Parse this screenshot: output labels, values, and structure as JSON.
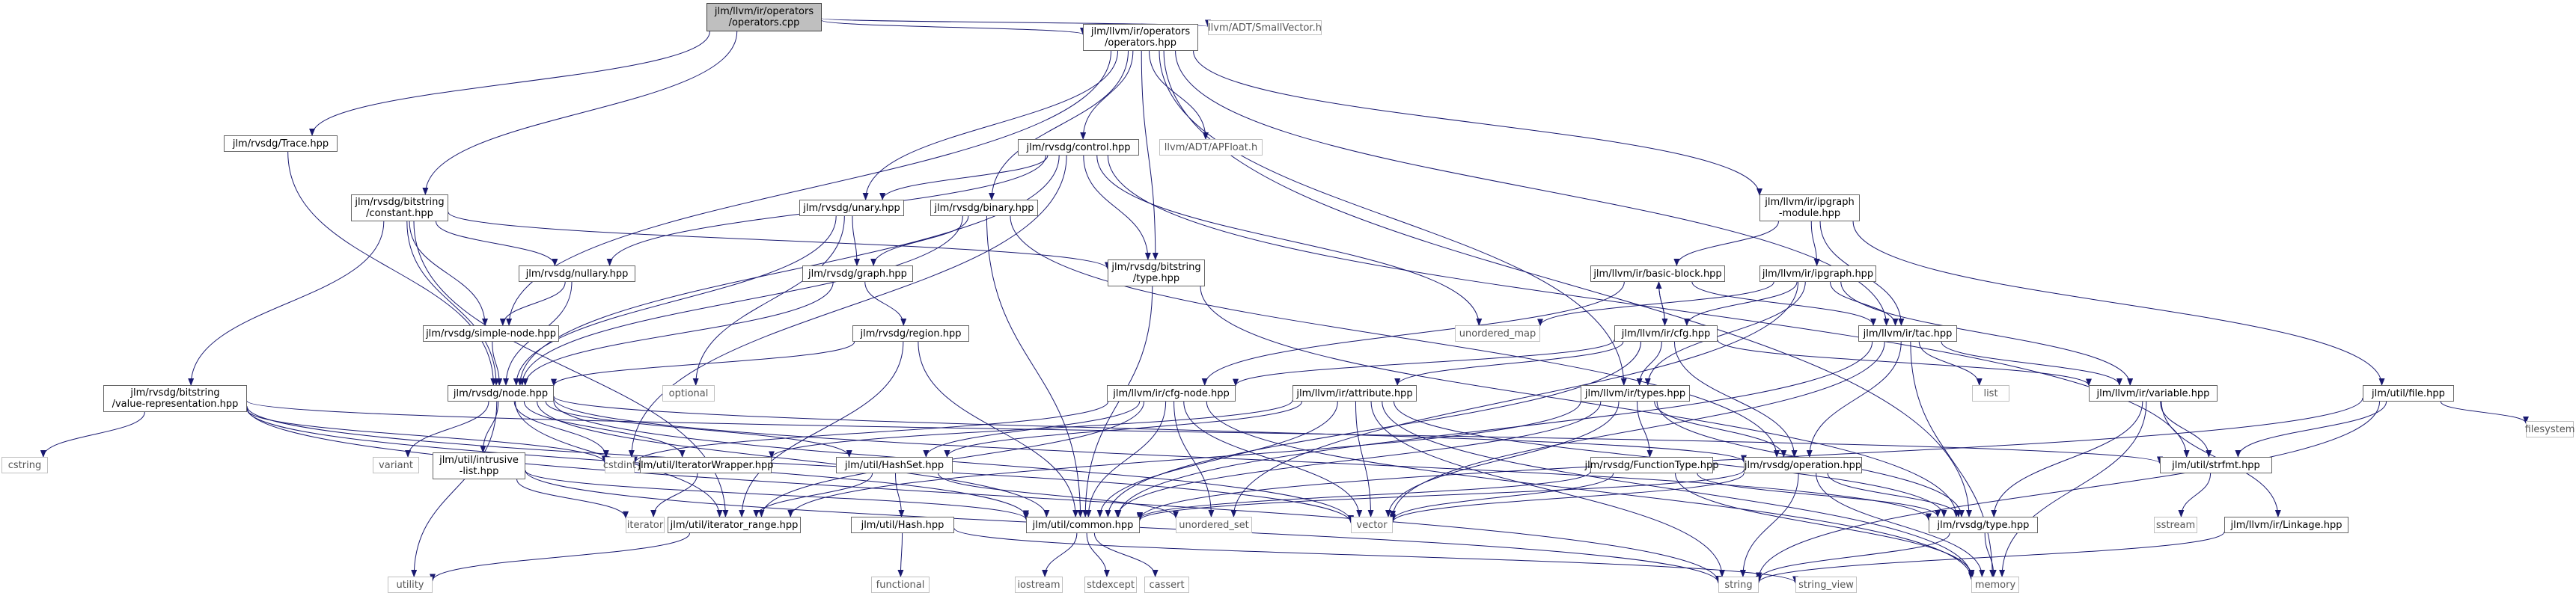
{
  "diagram": {
    "type": "include-dependency-graph",
    "root": "root",
    "edge_color": "#191970",
    "nodes": [
      {
        "id": "root",
        "lines": [
          "jlm/llvm/ir/operators",
          "/operators.cpp"
        ],
        "kind": "root"
      },
      {
        "id": "operators_hpp",
        "lines": [
          "jlm/llvm/ir/operators",
          "/operators.hpp"
        ],
        "kind": "file"
      },
      {
        "id": "smallvector",
        "lines": [
          "llvm/ADT/SmallVector.h"
        ],
        "kind": "external"
      },
      {
        "id": "trace",
        "lines": [
          "jlm/rvsdg/Trace.hpp"
        ],
        "kind": "file"
      },
      {
        "id": "bitconst",
        "lines": [
          "jlm/rvsdg/bitstring",
          "/constant.hpp"
        ],
        "kind": "file"
      },
      {
        "id": "control",
        "lines": [
          "jlm/rvsdg/control.hpp"
        ],
        "kind": "file"
      },
      {
        "id": "apfloat",
        "lines": [
          "llvm/ADT/APFloat.h"
        ],
        "kind": "external"
      },
      {
        "id": "ipgraph_module",
        "lines": [
          "jlm/llvm/ir/ipgraph",
          "-module.hpp"
        ],
        "kind": "file"
      },
      {
        "id": "unary",
        "lines": [
          "jlm/rvsdg/unary.hpp"
        ],
        "kind": "file"
      },
      {
        "id": "binary",
        "lines": [
          "jlm/rvsdg/binary.hpp"
        ],
        "kind": "file"
      },
      {
        "id": "nullary",
        "lines": [
          "jlm/rvsdg/nullary.hpp"
        ],
        "kind": "file"
      },
      {
        "id": "bittype",
        "lines": [
          "jlm/rvsdg/bitstring",
          "/type.hpp"
        ],
        "kind": "file"
      },
      {
        "id": "basic_block",
        "lines": [
          "jlm/llvm/ir/basic-block.hpp"
        ],
        "kind": "file"
      },
      {
        "id": "ipgraph",
        "lines": [
          "jlm/llvm/ir/ipgraph.hpp"
        ],
        "kind": "file"
      },
      {
        "id": "graph",
        "lines": [
          "jlm/rvsdg/graph.hpp"
        ],
        "kind": "file"
      },
      {
        "id": "simple_node",
        "lines": [
          "jlm/rvsdg/simple-node.hpp"
        ],
        "kind": "file"
      },
      {
        "id": "unordered_map",
        "lines": [
          "unordered_map"
        ],
        "kind": "external"
      },
      {
        "id": "cfg",
        "lines": [
          "jlm/llvm/ir/cfg.hpp"
        ],
        "kind": "file"
      },
      {
        "id": "tac",
        "lines": [
          "jlm/llvm/ir/tac.hpp"
        ],
        "kind": "file"
      },
      {
        "id": "file",
        "lines": [
          "jlm/util/file.hpp"
        ],
        "kind": "file"
      },
      {
        "id": "region",
        "lines": [
          "jlm/rvsdg/region.hpp"
        ],
        "kind": "file"
      },
      {
        "id": "bitvalrep",
        "lines": [
          "jlm/rvsdg/bitstring",
          "/value-representation.hpp"
        ],
        "kind": "file"
      },
      {
        "id": "node",
        "lines": [
          "jlm/rvsdg/node.hpp"
        ],
        "kind": "file"
      },
      {
        "id": "optional",
        "lines": [
          "optional"
        ],
        "kind": "external"
      },
      {
        "id": "cfg_node",
        "lines": [
          "jlm/llvm/ir/cfg-node.hpp"
        ],
        "kind": "file"
      },
      {
        "id": "attribute",
        "lines": [
          "jlm/llvm/ir/attribute.hpp"
        ],
        "kind": "file"
      },
      {
        "id": "types",
        "lines": [
          "jlm/llvm/ir/types.hpp"
        ],
        "kind": "file"
      },
      {
        "id": "list",
        "lines": [
          "list"
        ],
        "kind": "external"
      },
      {
        "id": "variable",
        "lines": [
          "jlm/llvm/ir/variable.hpp"
        ],
        "kind": "file"
      },
      {
        "id": "filesystem",
        "lines": [
          "filesystem"
        ],
        "kind": "external"
      },
      {
        "id": "cstring",
        "lines": [
          "cstring"
        ],
        "kind": "external"
      },
      {
        "id": "variant",
        "lines": [
          "variant"
        ],
        "kind": "external"
      },
      {
        "id": "intrusive_list",
        "lines": [
          "jlm/util/intrusive",
          "-list.hpp"
        ],
        "kind": "file"
      },
      {
        "id": "cstdint",
        "lines": [
          "cstdint"
        ],
        "kind": "external"
      },
      {
        "id": "iterator_wrapper",
        "lines": [
          "jlm/util/IteratorWrapper.hpp"
        ],
        "kind": "file"
      },
      {
        "id": "hashset",
        "lines": [
          "jlm/util/HashSet.hpp"
        ],
        "kind": "file"
      },
      {
        "id": "function_type",
        "lines": [
          "jlm/rvsdg/FunctionType.hpp"
        ],
        "kind": "file"
      },
      {
        "id": "operation",
        "lines": [
          "jlm/rvsdg/operation.hpp"
        ],
        "kind": "file"
      },
      {
        "id": "strfmt",
        "lines": [
          "jlm/util/strfmt.hpp"
        ],
        "kind": "file"
      },
      {
        "id": "iterator",
        "lines": [
          "iterator"
        ],
        "kind": "external"
      },
      {
        "id": "iterator_range",
        "lines": [
          "jlm/util/iterator_range.hpp"
        ],
        "kind": "file"
      },
      {
        "id": "hash",
        "lines": [
          "jlm/util/Hash.hpp"
        ],
        "kind": "file"
      },
      {
        "id": "common",
        "lines": [
          "jlm/util/common.hpp"
        ],
        "kind": "file"
      },
      {
        "id": "unordered_set",
        "lines": [
          "unordered_set"
        ],
        "kind": "external"
      },
      {
        "id": "vector",
        "lines": [
          "vector"
        ],
        "kind": "external"
      },
      {
        "id": "rvsdg_type",
        "lines": [
          "jlm/rvsdg/type.hpp"
        ],
        "kind": "file"
      },
      {
        "id": "sstream",
        "lines": [
          "sstream"
        ],
        "kind": "external"
      },
      {
        "id": "linkage",
        "lines": [
          "jlm/llvm/ir/Linkage.hpp"
        ],
        "kind": "file"
      },
      {
        "id": "utility",
        "lines": [
          "utility"
        ],
        "kind": "external"
      },
      {
        "id": "functional",
        "lines": [
          "functional"
        ],
        "kind": "external"
      },
      {
        "id": "iostream",
        "lines": [
          "iostream"
        ],
        "kind": "external"
      },
      {
        "id": "stdexcept",
        "lines": [
          "stdexcept"
        ],
        "kind": "external"
      },
      {
        "id": "cassert",
        "lines": [
          "cassert"
        ],
        "kind": "external"
      },
      {
        "id": "string",
        "lines": [
          "string"
        ],
        "kind": "external"
      },
      {
        "id": "string_view",
        "lines": [
          "string_view"
        ],
        "kind": "external"
      },
      {
        "id": "memory",
        "lines": [
          "memory"
        ],
        "kind": "external"
      }
    ],
    "edges": [
      [
        "root",
        "operators_hpp"
      ],
      [
        "root",
        "smallvector"
      ],
      [
        "root",
        "trace"
      ],
      [
        "root",
        "bitconst"
      ],
      [
        "operators_hpp",
        "control"
      ],
      [
        "operators_hpp",
        "apfloat"
      ],
      [
        "operators_hpp",
        "ipgraph_module"
      ],
      [
        "operators_hpp",
        "unary"
      ],
      [
        "operators_hpp",
        "binary"
      ],
      [
        "operators_hpp",
        "bittype"
      ],
      [
        "operators_hpp",
        "simple_node"
      ],
      [
        "operators_hpp",
        "types"
      ],
      [
        "operators_hpp",
        "tac"
      ],
      [
        "operators_hpp",
        "rvsdg_type"
      ],
      [
        "trace",
        "node"
      ],
      [
        "bitconst",
        "bitvalrep"
      ],
      [
        "bitconst",
        "nullary"
      ],
      [
        "bitconst",
        "simple_node"
      ],
      [
        "bitconst",
        "bittype"
      ],
      [
        "bitconst",
        "node"
      ],
      [
        "bitconst",
        "iterator_range"
      ],
      [
        "control",
        "unary"
      ],
      [
        "control",
        "nullary"
      ],
      [
        "control",
        "bittype"
      ],
      [
        "control",
        "node"
      ],
      [
        "control",
        "unordered_map"
      ],
      [
        "control",
        "cstdint"
      ],
      [
        "control",
        "strfmt"
      ],
      [
        "ipgraph_module",
        "basic_block"
      ],
      [
        "ipgraph_module",
        "ipgraph"
      ],
      [
        "ipgraph_module",
        "tac"
      ],
      [
        "ipgraph_module",
        "file"
      ],
      [
        "unary",
        "graph"
      ],
      [
        "unary",
        "node"
      ],
      [
        "unary",
        "optional"
      ],
      [
        "binary",
        "graph"
      ],
      [
        "binary",
        "node"
      ],
      [
        "binary",
        "operation"
      ],
      [
        "binary",
        "common"
      ],
      [
        "nullary",
        "simple_node"
      ],
      [
        "nullary",
        "node"
      ],
      [
        "bittype",
        "common"
      ],
      [
        "bittype",
        "rvsdg_type"
      ],
      [
        "basic_block",
        "cfg"
      ],
      [
        "basic_block",
        "tac"
      ],
      [
        "basic_block",
        "cfg_node"
      ],
      [
        "ipgraph",
        "cfg"
      ],
      [
        "ipgraph",
        "tac"
      ],
      [
        "ipgraph",
        "types"
      ],
      [
        "ipgraph",
        "variable"
      ],
      [
        "ipgraph",
        "unordered_map"
      ],
      [
        "ipgraph",
        "unordered_set"
      ],
      [
        "graph",
        "region"
      ],
      [
        "graph",
        "node"
      ],
      [
        "simple_node",
        "node"
      ],
      [
        "cfg",
        "basic_block"
      ],
      [
        "cfg",
        "cfg_node"
      ],
      [
        "cfg",
        "attribute"
      ],
      [
        "cfg",
        "types"
      ],
      [
        "cfg",
        "variable"
      ],
      [
        "cfg",
        "operation"
      ],
      [
        "cfg",
        "common"
      ],
      [
        "tac",
        "variable"
      ],
      [
        "tac",
        "operation"
      ],
      [
        "tac",
        "list"
      ],
      [
        "tac",
        "common"
      ],
      [
        "tac",
        "vector"
      ],
      [
        "tac",
        "memory"
      ],
      [
        "file",
        "strfmt"
      ],
      [
        "file",
        "filesystem"
      ],
      [
        "file",
        "common"
      ],
      [
        "file",
        "string"
      ],
      [
        "region",
        "node"
      ],
      [
        "region",
        "iterator_range"
      ],
      [
        "region",
        "common"
      ],
      [
        "bitvalrep",
        "cstring"
      ],
      [
        "bitvalrep",
        "cstdint"
      ],
      [
        "bitvalrep",
        "common"
      ],
      [
        "bitvalrep",
        "strfmt"
      ],
      [
        "bitvalrep",
        "string"
      ],
      [
        "bitvalrep",
        "vector"
      ],
      [
        "node",
        "variant"
      ],
      [
        "node",
        "intrusive_list"
      ],
      [
        "node",
        "cstdint"
      ],
      [
        "node",
        "iterator_wrapper"
      ],
      [
        "node",
        "hashset"
      ],
      [
        "node",
        "operation"
      ],
      [
        "node",
        "iterator_range"
      ],
      [
        "node",
        "common"
      ],
      [
        "node",
        "utility"
      ],
      [
        "node",
        "vector"
      ],
      [
        "node",
        "rvsdg_type"
      ],
      [
        "cfg_node",
        "cstdint"
      ],
      [
        "cfg_node",
        "hashset"
      ],
      [
        "cfg_node",
        "iterator_range"
      ],
      [
        "cfg_node",
        "common"
      ],
      [
        "cfg_node",
        "unordered_set"
      ],
      [
        "cfg_node",
        "vector"
      ],
      [
        "cfg_node",
        "memory"
      ],
      [
        "attribute",
        "iterator_wrapper"
      ],
      [
        "attribute",
        "hashset"
      ],
      [
        "attribute",
        "common"
      ],
      [
        "attribute",
        "rvsdg_type"
      ],
      [
        "attribute",
        "vector"
      ],
      [
        "attribute",
        "string"
      ],
      [
        "attribute",
        "memory"
      ],
      [
        "types",
        "function_type"
      ],
      [
        "types",
        "operation"
      ],
      [
        "types",
        "common"
      ],
      [
        "types",
        "vector"
      ],
      [
        "types",
        "rvsdg_type"
      ],
      [
        "types",
        "iterator_range"
      ],
      [
        "variable",
        "strfmt"
      ],
      [
        "variable",
        "rvsdg_type"
      ],
      [
        "variable",
        "linkage"
      ],
      [
        "variable",
        "memory"
      ],
      [
        "intrusive_list",
        "iterator"
      ],
      [
        "intrusive_list",
        "common"
      ],
      [
        "intrusive_list",
        "string"
      ],
      [
        "iterator_wrapper",
        "iterator"
      ],
      [
        "hashset",
        "hash"
      ],
      [
        "hashset",
        "iterator_range"
      ],
      [
        "hashset",
        "unordered_set"
      ],
      [
        "function_type",
        "rvsdg_type"
      ],
      [
        "function_type",
        "common"
      ],
      [
        "function_type",
        "vector"
      ],
      [
        "function_type",
        "memory"
      ],
      [
        "operation",
        "rvsdg_type"
      ],
      [
        "operation",
        "common"
      ],
      [
        "operation",
        "string"
      ],
      [
        "operation",
        "vector"
      ],
      [
        "operation",
        "memory"
      ],
      [
        "strfmt",
        "sstream"
      ],
      [
        "iterator_range",
        "utility"
      ],
      [
        "hash",
        "functional"
      ],
      [
        "hash",
        "string_view"
      ],
      [
        "common",
        "iostream"
      ],
      [
        "common",
        "stdexcept"
      ],
      [
        "common",
        "cassert"
      ],
      [
        "rvsdg_type",
        "string"
      ],
      [
        "rvsdg_type",
        "memory"
      ],
      [
        "linkage",
        "string"
      ]
    ]
  }
}
